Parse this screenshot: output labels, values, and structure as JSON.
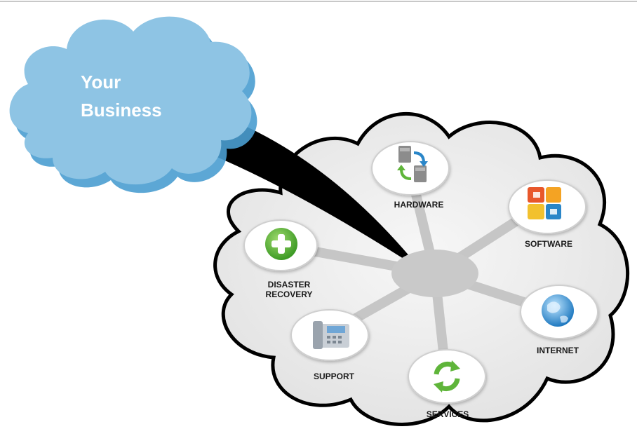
{
  "business": {
    "line1": "Your",
    "line2": "Business"
  },
  "nodes": [
    {
      "id": "hardware",
      "label": "HARDWARE",
      "icon": "server-sync-icon"
    },
    {
      "id": "software",
      "label": "SOFTWARE",
      "icon": "office-suite-icon"
    },
    {
      "id": "internet",
      "label": "INTERNET",
      "icon": "globe-icon"
    },
    {
      "id": "services",
      "label": "SERVICES",
      "icon": "refresh-arrows-icon"
    },
    {
      "id": "support",
      "label": "SUPPORT",
      "icon": "desk-phone-icon"
    },
    {
      "id": "disaster",
      "label1": "DISASTER",
      "label2": "RECOVERY",
      "icon": "green-plus-icon"
    }
  ],
  "colors": {
    "business_cloud": "#86c0e0",
    "service_cloud": "#efefef",
    "hub": "#c9c9c9",
    "funnel": "#000000",
    "green": "#5fb53a",
    "blue": "#2a86c8"
  }
}
